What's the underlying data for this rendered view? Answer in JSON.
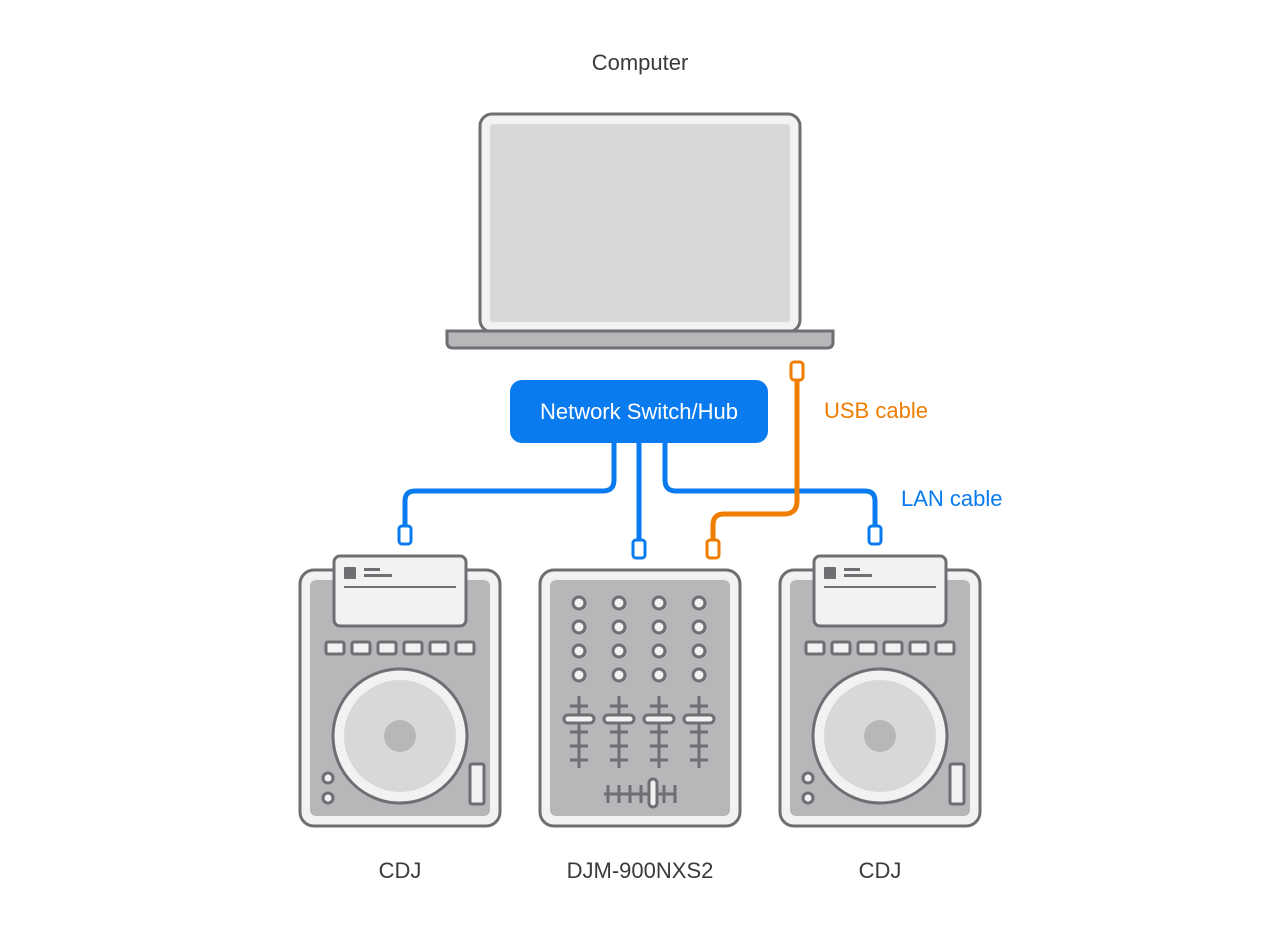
{
  "labels": {
    "computer": "Computer",
    "switch": "Network Switch/Hub",
    "usb_cable": "USB cable",
    "lan_cable": "LAN cable",
    "cdj_left": "CDJ",
    "mixer": "DJM-900NXS2",
    "cdj_right": "CDJ"
  },
  "colors": {
    "lan": "#0a7aef",
    "usb": "#ef7d00",
    "outline": "#6e6e73",
    "device_fill": "#f2f2f3",
    "panel_fill": "#b7b7b9",
    "screen_fill": "#d8d8da"
  }
}
